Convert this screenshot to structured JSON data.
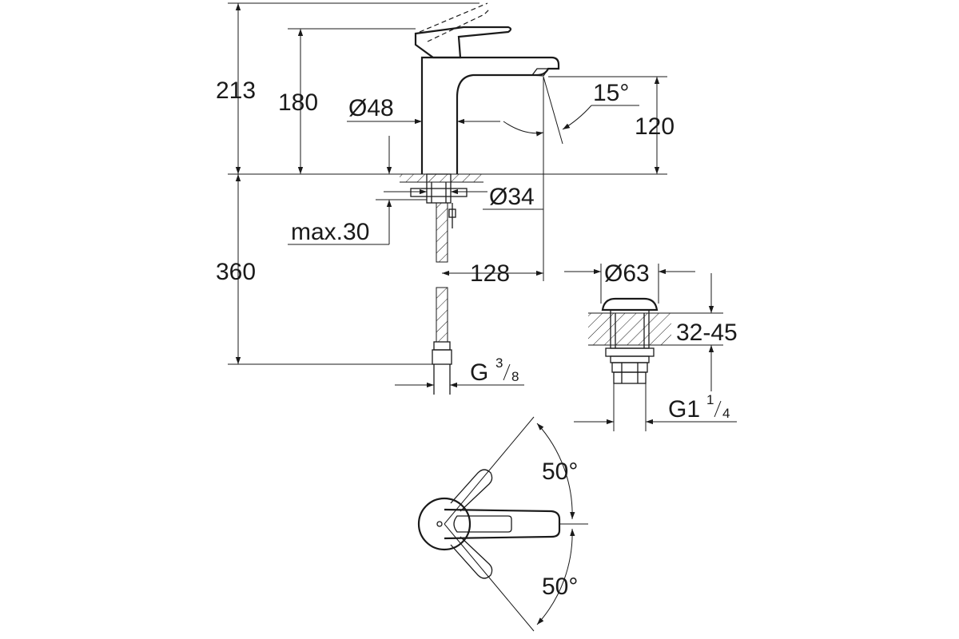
{
  "dimensions": {
    "total_height": "213",
    "spout_top_height": "180",
    "body_diameter": "Ø48",
    "spout_angle": "15°",
    "spout_height": "120",
    "shank_diameter": "Ø34",
    "max_deck_thickness": "max.30",
    "hose_length": "360",
    "projection": "128",
    "hose_thread": "G",
    "hose_thread_sup": "3",
    "hose_thread_sub": "8",
    "waste_diameter": "Ø63",
    "waste_deck_range": "32-45",
    "waste_thread": "G1",
    "waste_thread_sup": "1",
    "waste_thread_sub": "4",
    "handle_angle_top": "50°",
    "handle_angle_bottom": "50°"
  }
}
